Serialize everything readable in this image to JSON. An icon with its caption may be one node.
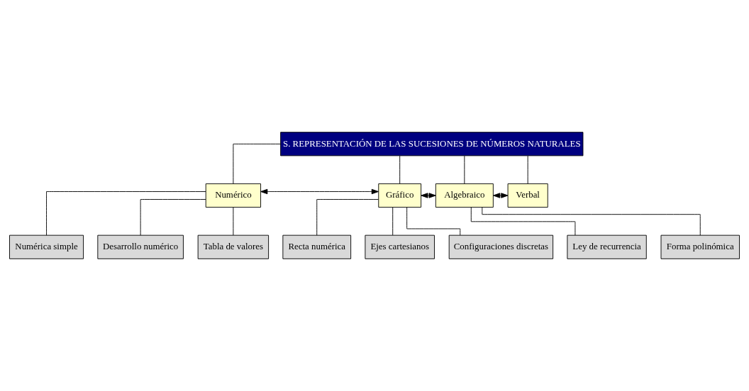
{
  "diagram": {
    "nodes": [
      {
        "text": [
          "S. REPRESENTACIÓN DE LAS SUCESIONES DE NÚMEROS NATURALES"
        ]
      },
      {
        "text": [
          "Numérico"
        ]
      },
      {
        "text": [
          "Gráfico"
        ]
      },
      {
        "text": [
          "Algebraico"
        ]
      },
      {
        "text": [
          "Verbal"
        ]
      },
      {
        "text": [
          "Numérica simple"
        ]
      },
      {
        "text": [
          "Desarrollo numérico"
        ]
      },
      {
        "text": [
          "Tabla de valores"
        ]
      },
      {
        "text": [
          "Recta numérica"
        ]
      },
      {
        "text": [
          "Ejes cartesianos"
        ]
      },
      {
        "text": [
          "Configuraciones discretas"
        ]
      },
      {
        "text": [
          "Ley de recurrencia"
        ]
      },
      {
        "text": [
          "Forma polinómica"
        ]
      }
    ],
    "edges": [
      {
        "from": 0,
        "to": 1,
        "arrow": "none"
      },
      {
        "from": 0,
        "to": 2,
        "arrow": "none"
      },
      {
        "from": 0,
        "to": 3,
        "arrow": "none"
      },
      {
        "from": 0,
        "to": 4,
        "arrow": "none"
      },
      {
        "from": 1,
        "to": 2,
        "arrow": "both"
      },
      {
        "from": 2,
        "to": 3,
        "arrow": "both"
      },
      {
        "from": 3,
        "to": 4,
        "arrow": "both"
      },
      {
        "from": 1,
        "to": 5,
        "arrow": "none"
      },
      {
        "from": 1,
        "to": 6,
        "arrow": "none"
      },
      {
        "from": 1,
        "to": 7,
        "arrow": "none"
      },
      {
        "from": 2,
        "to": 8,
        "arrow": "none"
      },
      {
        "from": 2,
        "to": 9,
        "arrow": "none"
      },
      {
        "from": 2,
        "to": 10,
        "arrow": "none"
      },
      {
        "from": 3,
        "to": 11,
        "arrow": "none"
      },
      {
        "from": 3,
        "to": 12,
        "arrow": "none"
      }
    ]
  }
}
